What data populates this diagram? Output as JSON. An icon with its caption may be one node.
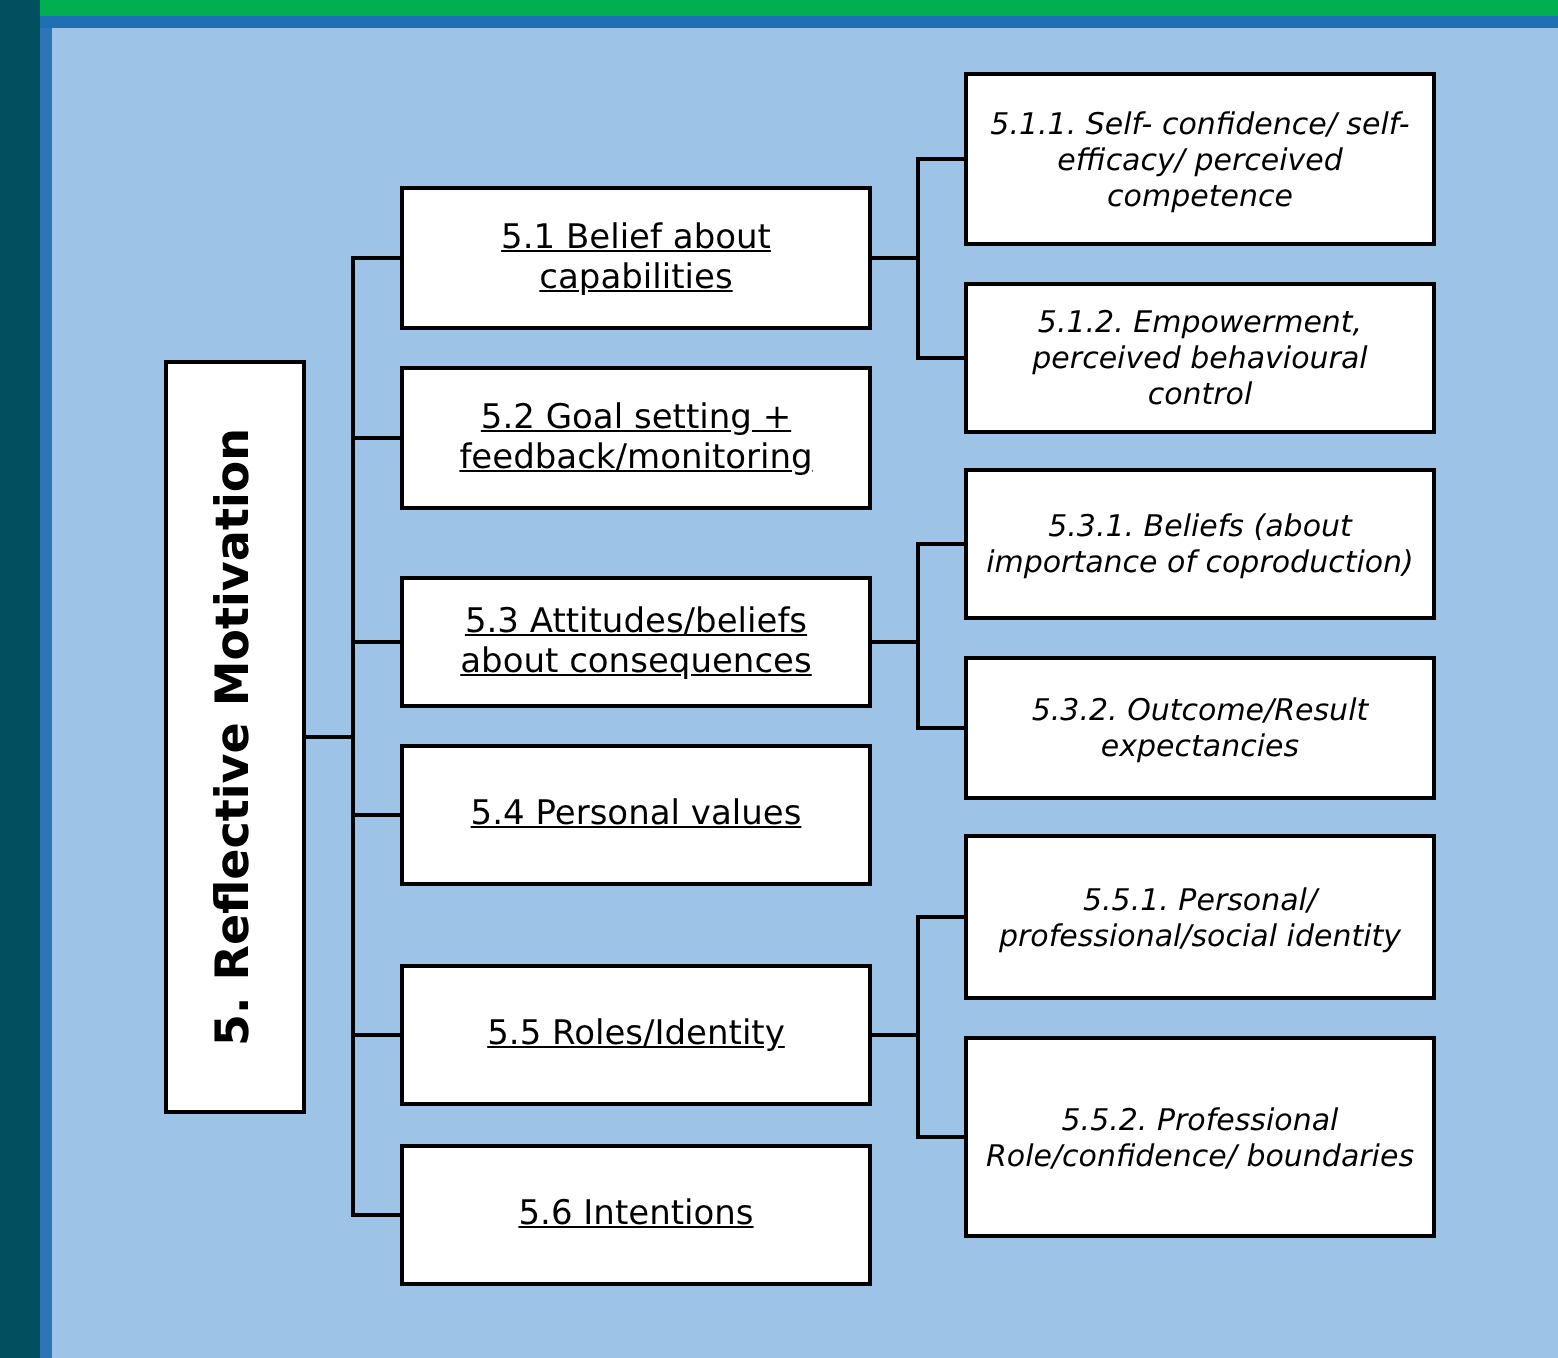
{
  "diagram": {
    "nodes": [
      {
        "text": [
          "5. Reflective Motivation"
        ]
      },
      {
        "text": [
          "5.1 Belief about capabilities"
        ]
      },
      {
        "text": [
          "5.1.1. Self- confidence/ self-efficacy/ perceived competence"
        ]
      },
      {
        "text": [
          "5.1.2. Empowerment, perceived behavioural control"
        ]
      },
      {
        "text": [
          "5.2 Goal setting + feedback/monitoring"
        ]
      },
      {
        "text": [
          "5.3 Attitudes/beliefs about consequences"
        ]
      },
      {
        "text": [
          "5.3.1. Beliefs (about importance of coproduction)"
        ]
      },
      {
        "text": [
          "5.3.2. Outcome/Result expectancies"
        ]
      },
      {
        "text": [
          "5.4 Personal values"
        ]
      },
      {
        "text": [
          "5.5 Roles/Identity"
        ]
      },
      {
        "text": [
          "5.5.1. Personal/ professional/social identity"
        ]
      },
      {
        "text": [
          "5.5.2. Professional Role/confidence/ boundaries"
        ]
      },
      {
        "text": [
          "5.6 Intentions"
        ]
      }
    ],
    "edges": [
      {
        "from": 0,
        "to": 1,
        "arrow": "none"
      },
      {
        "from": 0,
        "to": 4,
        "arrow": "none"
      },
      {
        "from": 0,
        "to": 5,
        "arrow": "none"
      },
      {
        "from": 0,
        "to": 8,
        "arrow": "none"
      },
      {
        "from": 0,
        "to": 9,
        "arrow": "none"
      },
      {
        "from": 0,
        "to": 12,
        "arrow": "none"
      },
      {
        "from": 1,
        "to": 2,
        "arrow": "none"
      },
      {
        "from": 1,
        "to": 3,
        "arrow": "none"
      },
      {
        "from": 5,
        "to": 6,
        "arrow": "none"
      },
      {
        "from": 5,
        "to": 7,
        "arrow": "none"
      },
      {
        "from": 9,
        "to": 10,
        "arrow": "none"
      },
      {
        "from": 9,
        "to": 11,
        "arrow": "none"
      }
    ]
  }
}
